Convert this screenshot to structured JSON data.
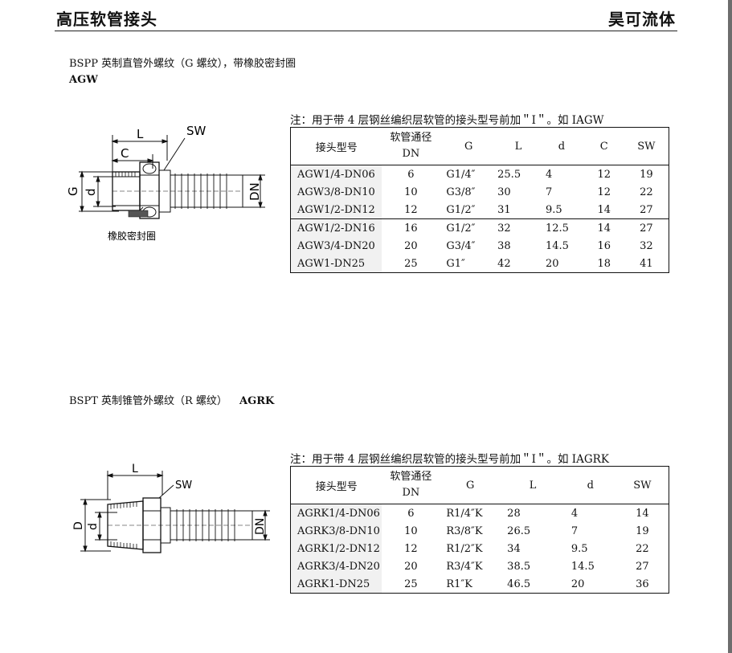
{
  "header": {
    "title": "高压软管接头",
    "brand": "昊可流体"
  },
  "section1": {
    "description": "BSPP 英制直管外螺纹（G 螺纹），带橡胶密封圈",
    "code": "AGW",
    "note": "注：用于带 4 层钢丝编织层软管的接头型号前加＂I＂。如 IAGW",
    "diagram_labels": {
      "L": "L",
      "C": "C",
      "SW": "SW",
      "G": "G",
      "d": "d",
      "DN": "DN",
      "seal": "橡胶密封圈"
    },
    "columns": {
      "model": "接头型号",
      "dn_top": "软管通径",
      "dn_bottom": "DN",
      "g": "G",
      "l": "L",
      "d": "d",
      "c": "C",
      "sw": "SW"
    },
    "rows": [
      {
        "model": "AGW1/4-DN06",
        "dn": "6",
        "g": "G1/4″",
        "l": "25.5",
        "d": "4",
        "c": "12",
        "sw": "19"
      },
      {
        "model": "AGW3/8-DN10",
        "dn": "10",
        "g": "G3/8″",
        "l": "30",
        "d": "7",
        "c": "12",
        "sw": "22"
      },
      {
        "model": "AGW1/2-DN12",
        "dn": "12",
        "g": "G1/2″",
        "l": "31",
        "d": "9.5",
        "c": "14",
        "sw": "27"
      },
      {
        "model": "AGW1/2-DN16",
        "dn": "16",
        "g": "G1/2″",
        "l": "32",
        "d": "12.5",
        "c": "14",
        "sw": "27"
      },
      {
        "model": "AGW3/4-DN20",
        "dn": "20",
        "g": "G3/4″",
        "l": "38",
        "d": "14.5",
        "c": "16",
        "sw": "32"
      },
      {
        "model": "AGW1-DN25",
        "dn": "25",
        "g": "G1″",
        "l": "42",
        "d": "20",
        "c": "18",
        "sw": "41"
      }
    ]
  },
  "section2": {
    "description": "BSPT 英制锥管外螺纹（R 螺纹）",
    "code": "AGRK",
    "note": "注：用于带 4 层钢丝编织层软管的接头型号前加＂I＂。如 IAGRK",
    "diagram_labels": {
      "L": "L",
      "SW": "SW",
      "D": "D",
      "d": "d",
      "DN": "DN"
    },
    "columns": {
      "model": "接头型号",
      "dn_top": "软管通径",
      "dn_bottom": "DN",
      "g": "G",
      "l": "L",
      "d": "d",
      "sw": "SW"
    },
    "rows": [
      {
        "model": "AGRK1/4-DN06",
        "dn": "6",
        "g": "R1/4″K",
        "l": "28",
        "d": "4",
        "sw": "14"
      },
      {
        "model": "AGRK3/8-DN10",
        "dn": "10",
        "g": "R3/8″K",
        "l": "26.5",
        "d": "7",
        "sw": "19"
      },
      {
        "model": "AGRK1/2-DN12",
        "dn": "12",
        "g": "R1/2″K",
        "l": "34",
        "d": "9.5",
        "sw": "22"
      },
      {
        "model": "AGRK3/4-DN20",
        "dn": "20",
        "g": "R3/4″K",
        "l": "38.5",
        "d": "14.5",
        "sw": "27"
      },
      {
        "model": "AGRK1-DN25",
        "dn": "25",
        "g": "R1″K",
        "l": "46.5",
        "d": "20",
        "sw": "36"
      }
    ]
  }
}
